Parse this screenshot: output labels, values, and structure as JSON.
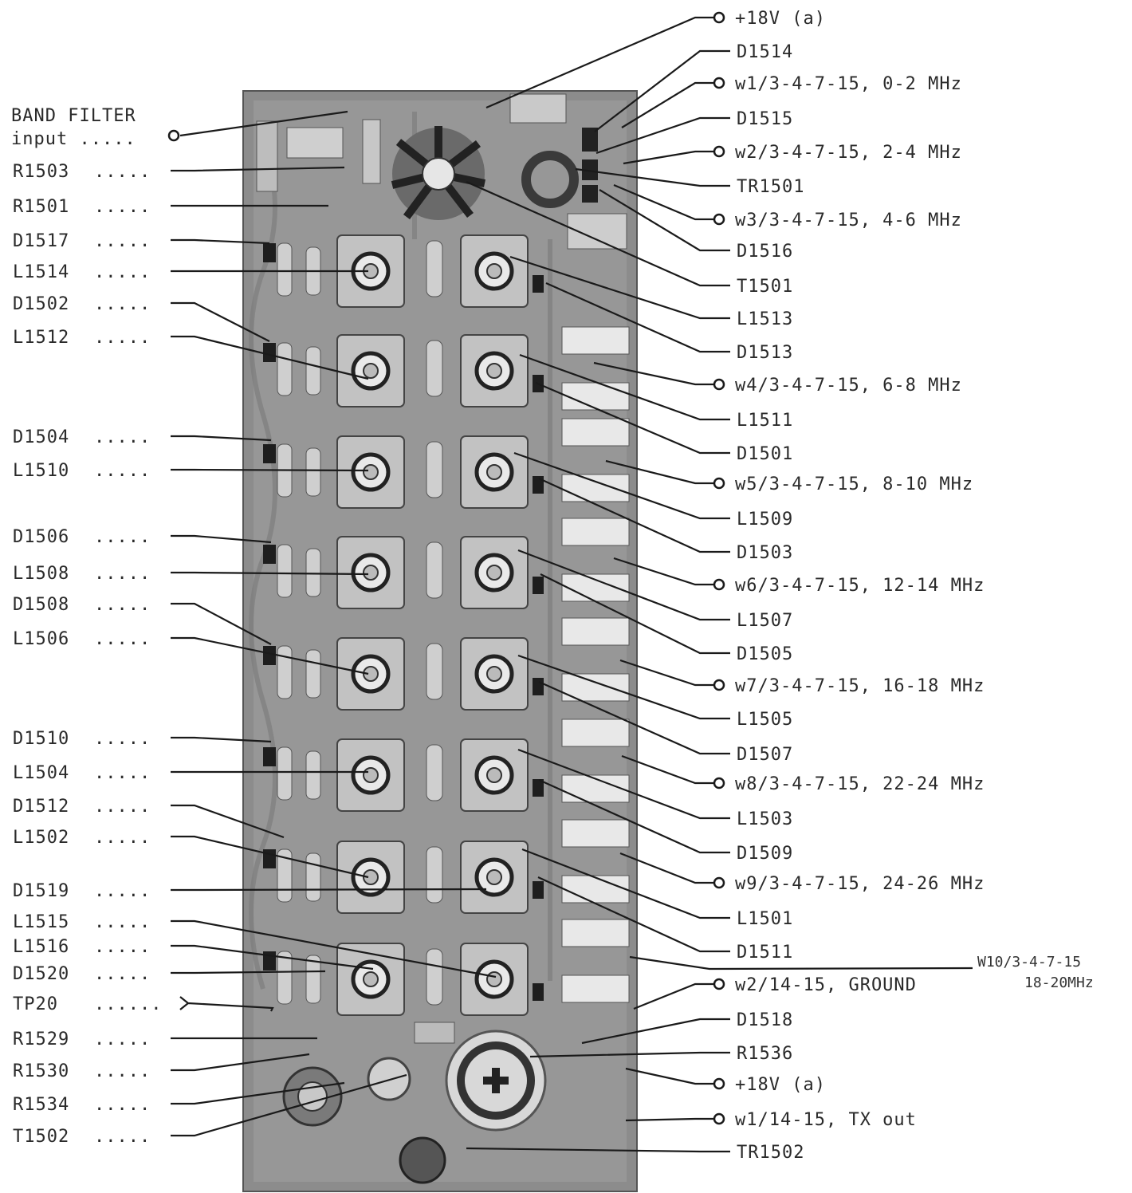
{
  "diagram": {
    "colors": {
      "board": "#8f8f8f",
      "board_dark": "#5c5c5c",
      "coil": "#bdbdbd",
      "line": "#1a1a1a",
      "label": "#2a2a2a"
    },
    "left_labels": [
      {
        "text": "BAND FILTER",
        "dots": ""
      },
      {
        "text": "input",
        "dots": "....."
      },
      {
        "text": "R1503",
        "dots": "....."
      },
      {
        "text": "R1501",
        "dots": "....."
      },
      {
        "text": "D1517",
        "dots": "....."
      },
      {
        "text": "L1514",
        "dots": "....."
      },
      {
        "text": "D1502",
        "dots": "....."
      },
      {
        "text": "L1512",
        "dots": "....."
      },
      {
        "text": "D1504",
        "dots": "....."
      },
      {
        "text": "L1510",
        "dots": "....."
      },
      {
        "text": "D1506",
        "dots": "....."
      },
      {
        "text": "L1508",
        "dots": "....."
      },
      {
        "text": "D1508",
        "dots": "....."
      },
      {
        "text": "L1506",
        "dots": "....."
      },
      {
        "text": "D1510",
        "dots": "....."
      },
      {
        "text": "L1504",
        "dots": "....."
      },
      {
        "text": "D1512",
        "dots": "....."
      },
      {
        "text": "L1502",
        "dots": "....."
      },
      {
        "text": "D1519",
        "dots": "....."
      },
      {
        "text": "L1515",
        "dots": "....."
      },
      {
        "text": "L1516",
        "dots": "....."
      },
      {
        "text": "D1520",
        "dots": "....."
      },
      {
        "text": "TP20",
        "dots": "......"
      },
      {
        "text": "R1529",
        "dots": "....."
      },
      {
        "text": "R1530",
        "dots": "....."
      },
      {
        "text": "R1534",
        "dots": "....."
      },
      {
        "text": "T1502",
        "dots": "....."
      }
    ],
    "right_labels": [
      {
        "text": "+18V (a)",
        "terminal": true
      },
      {
        "text": "D1514",
        "terminal": false
      },
      {
        "text": "w1/3-4-7-15, 0-2 MHz",
        "terminal": true
      },
      {
        "text": "D1515",
        "terminal": false
      },
      {
        "text": "w2/3-4-7-15, 2-4 MHz",
        "terminal": true
      },
      {
        "text": "TR1501",
        "terminal": false
      },
      {
        "text": "w3/3-4-7-15, 4-6 MHz",
        "terminal": true
      },
      {
        "text": "D1516",
        "terminal": false
      },
      {
        "text": "T1501",
        "terminal": false
      },
      {
        "text": "L1513",
        "terminal": false
      },
      {
        "text": "D1513",
        "terminal": false
      },
      {
        "text": "w4/3-4-7-15, 6-8 MHz",
        "terminal": true
      },
      {
        "text": "L1511",
        "terminal": false
      },
      {
        "text": "D1501",
        "terminal": false
      },
      {
        "text": "w5/3-4-7-15, 8-10 MHz",
        "terminal": true
      },
      {
        "text": "L1509",
        "terminal": false
      },
      {
        "text": "D1503",
        "terminal": false
      },
      {
        "text": "w6/3-4-7-15, 12-14 MHz",
        "terminal": true
      },
      {
        "text": "L1507",
        "terminal": false
      },
      {
        "text": "D1505",
        "terminal": false
      },
      {
        "text": "w7/3-4-7-15, 16-18 MHz",
        "terminal": true
      },
      {
        "text": "L1505",
        "terminal": false
      },
      {
        "text": "D1507",
        "terminal": false
      },
      {
        "text": "w8/3-4-7-15, 22-24 MHz",
        "terminal": true
      },
      {
        "text": "L1503",
        "terminal": false
      },
      {
        "text": "D1509",
        "terminal": false
      },
      {
        "text": "w9/3-4-7-15, 24-26 MHz",
        "terminal": true
      },
      {
        "text": "L1501",
        "terminal": false
      },
      {
        "text": "D1511",
        "terminal": false
      },
      {
        "text": "w2/14-15, GROUND",
        "terminal": true
      },
      {
        "text": "D1518",
        "terminal": false
      },
      {
        "text": "R1536",
        "terminal": false
      },
      {
        "text": "+18V (a)",
        "terminal": true
      },
      {
        "text": "w1/14-15, TX out",
        "terminal": true
      },
      {
        "text": "TR1502",
        "terminal": false
      }
    ],
    "extra_label": {
      "line1": "W10/3-4-7-15",
      "line2": "18-20MHz"
    }
  }
}
